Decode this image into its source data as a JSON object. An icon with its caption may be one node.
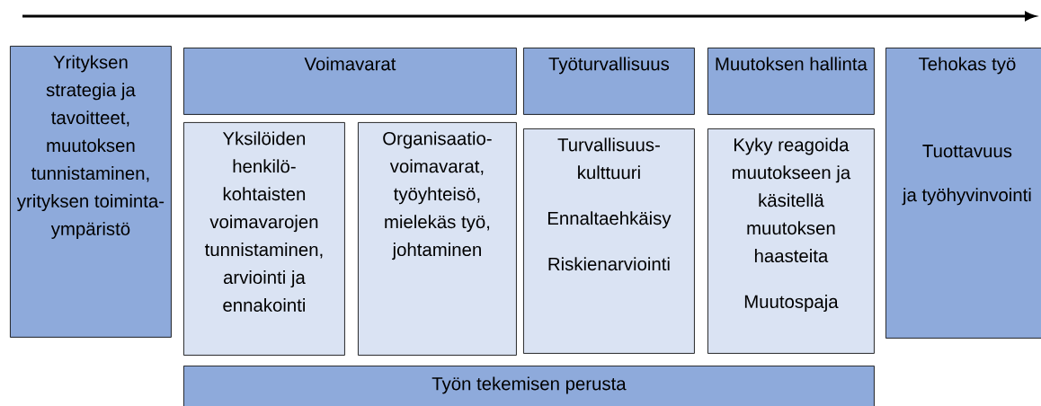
{
  "diagram": {
    "nodes": [
      {
        "text": [
          "Yrityksen strategia ja tavoitteet, muutoksen tunnistaminen, yrityksen toiminta- ympäristö"
        ]
      },
      {
        "text": [
          "Voimavarat"
        ]
      },
      {
        "text": [
          "Yksilöiden henkilö- kohtaisten voimavarojen tunnistaminen, arviointi ja ennakointi"
        ]
      },
      {
        "text": [
          "Organisaatio- voimavarat, työyhteisö, mielekäs työ, johtaminen"
        ]
      },
      {
        "text": [
          "Työturvallisuus"
        ]
      },
      {
        "text": [
          "Turvallisuus- kulttuuri",
          "Ennaltaehkäisy",
          "Riskienarviointi"
        ]
      },
      {
        "text": [
          "Muutoksen hallinta"
        ]
      },
      {
        "text": [
          "Kyky reagoida muutokseen ja käsitellä muutoksen haasteita",
          "Muutospaja"
        ]
      },
      {
        "text": [
          "Tehokas työ",
          "Tuottavuus",
          "ja työhyvinvointi"
        ]
      },
      {
        "text": [
          "Työn tekemisen perusta"
        ]
      }
    ]
  }
}
